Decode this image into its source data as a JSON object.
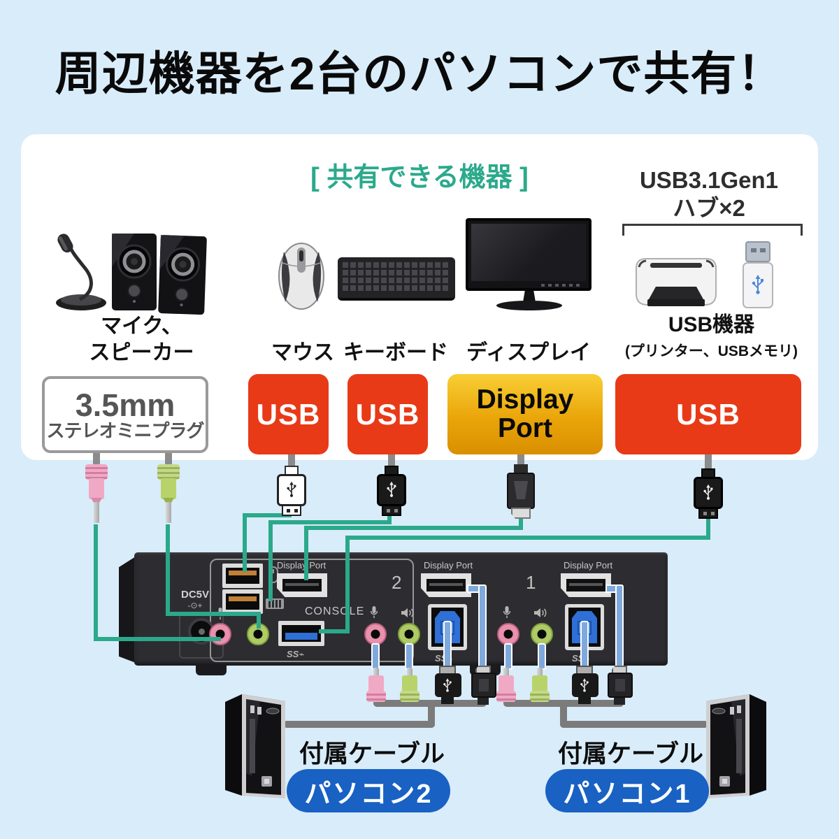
{
  "title": "周辺機器を2台のパソコンで共有！",
  "panel": {
    "header": "[ 共有できる機器 ]",
    "hub_note": [
      "USB3.1Gen1",
      "ハブ×2"
    ]
  },
  "labels": {
    "mic_speaker": [
      "マイク、",
      "スピーカー"
    ],
    "mouse": "マウス",
    "keyboard": "キーボード",
    "display": "ディスプレイ",
    "usb_device": "USB機器",
    "usb_device_sub": "(プリンター、USBメモリ)"
  },
  "badges": {
    "audio": [
      "3.5mm",
      "ステレオミニプラグ"
    ],
    "usb": "USB",
    "displayport": [
      "Display",
      "Port"
    ]
  },
  "kvm": {
    "power": "DC5V",
    "polarity": "-⊙+",
    "console": "CONSOLE",
    "displayport": "Display Port",
    "usb3_logo": "SS⌁",
    "port_1": "1",
    "port_2": "2"
  },
  "bottom": {
    "cable": "付属ケーブル",
    "pc1": "パソコン1",
    "pc2": "パソコン2"
  },
  "colors": {
    "bg": "#d9ecfa",
    "accent_green": "#2ba98b",
    "usb_badge_red": "#e83a17",
    "dp_badge_gold": "#edb105",
    "pc_badge_blue": "#1961c3"
  }
}
